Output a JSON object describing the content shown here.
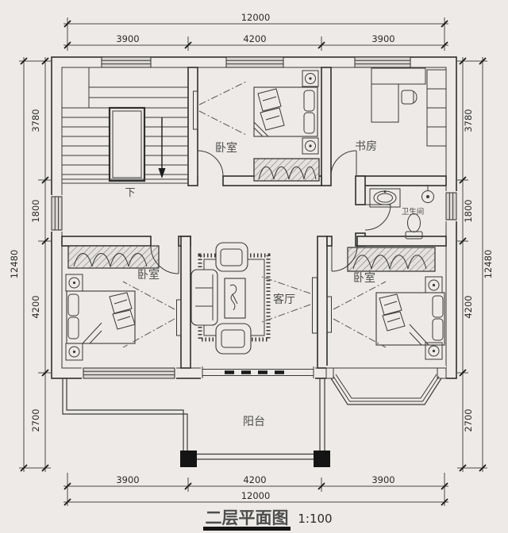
{
  "title": {
    "text": "二层平面图",
    "scale": "1:100"
  },
  "dims": {
    "top": {
      "total": "12000",
      "segments": [
        "3900",
        "4200",
        "3900"
      ]
    },
    "bottom": {
      "total": "12000",
      "segments": [
        "3900",
        "4200",
        "3900"
      ]
    },
    "left": {
      "total": "12480",
      "segments": [
        "3780",
        "1800",
        "4200",
        "2700"
      ]
    },
    "right": {
      "total": "12480",
      "segments": [
        "3780",
        "1800",
        "4200",
        "2700"
      ]
    }
  },
  "rooms": {
    "bedroom_top": "卧室",
    "study": "书房",
    "bathroom": "卫生间",
    "bedroom_left": "卧室",
    "living_room": "客厅",
    "bedroom_right": "卧室",
    "balcony": "阳台",
    "stairs_down": "下"
  },
  "colors": {
    "paper": "#edeae7",
    "ink": "#3b3b3b",
    "wall": "#2e2e2e"
  }
}
